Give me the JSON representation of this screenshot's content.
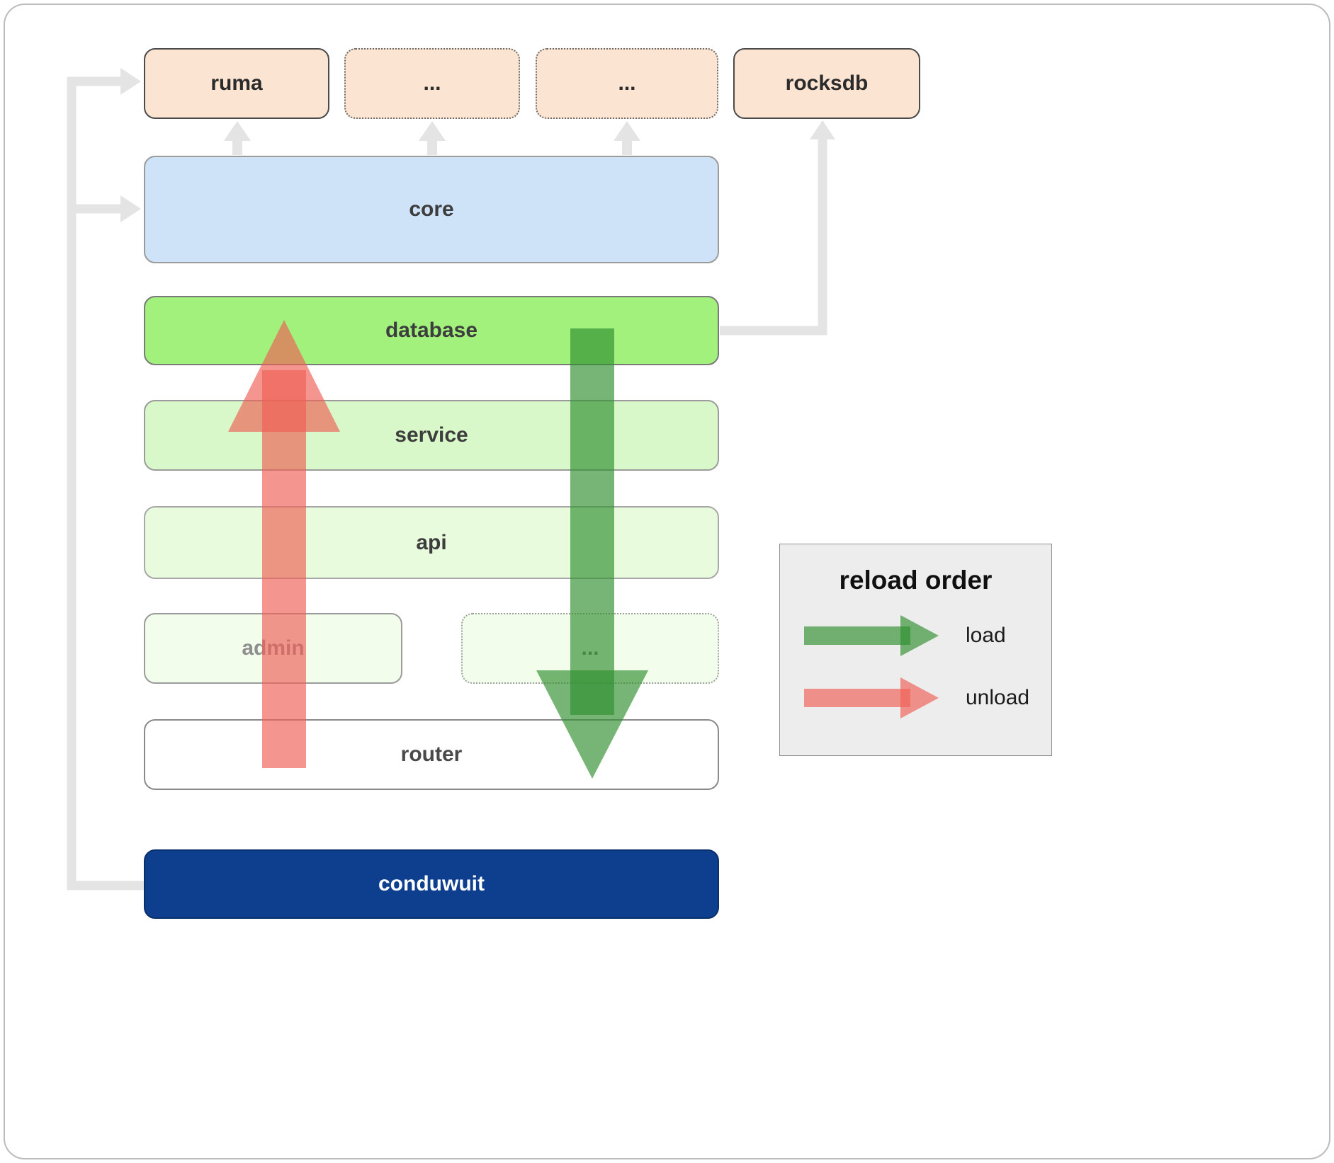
{
  "nodes": {
    "ruma": "ruma",
    "ellipsis1": "...",
    "ellipsis2": "...",
    "rocksdb": "rocksdb",
    "core": "core",
    "database": "database",
    "service": "service",
    "api": "api",
    "admin": "admin",
    "ellipsis3": "...",
    "router": "router",
    "conduwuit": "conduwuit"
  },
  "legend": {
    "title": "reload order",
    "load": "load",
    "unload": "unload"
  },
  "colors": {
    "box_peach": "#fbe4d1",
    "box_blue": "#cfe3f8",
    "box_database": "#a2f17d",
    "box_service": "#d9f8c9",
    "box_api": "#e8fbdd",
    "box_faint": "#f2fdec",
    "box_navy": "#0d3f8e",
    "arrow_gray": "#e4e4e4",
    "arrow_green": "#2f8f2f",
    "arrow_red": "#ee5f55",
    "legend_bg": "#ededed"
  }
}
